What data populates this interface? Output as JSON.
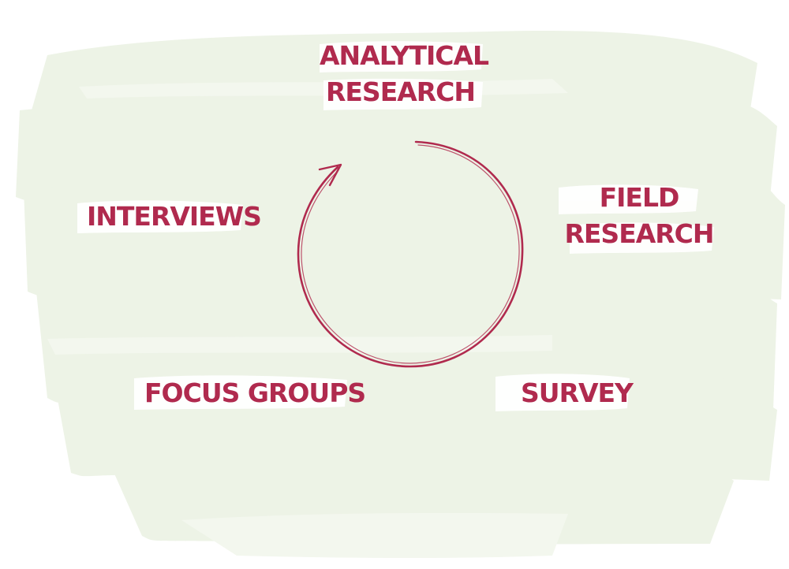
{
  "diagram": {
    "nodes": [
      {
        "id": "analytical",
        "lines": [
          "ANALYTICAL",
          "RESEARCH"
        ]
      },
      {
        "id": "field",
        "lines": [
          "FIELD",
          "RESEARCH"
        ]
      },
      {
        "id": "survey",
        "lines": [
          "SURVEY"
        ]
      },
      {
        "id": "focus",
        "lines": [
          "FOCUS GROUPS"
        ]
      },
      {
        "id": "interviews",
        "lines": [
          "INTERVIEWS"
        ]
      }
    ],
    "cycle": {
      "direction": "clockwise"
    }
  },
  "colors": {
    "text": "#b02a4e",
    "brush": "#edf3e6",
    "brush_light": "#f3f7ee",
    "highlight": "#ffffff"
  }
}
